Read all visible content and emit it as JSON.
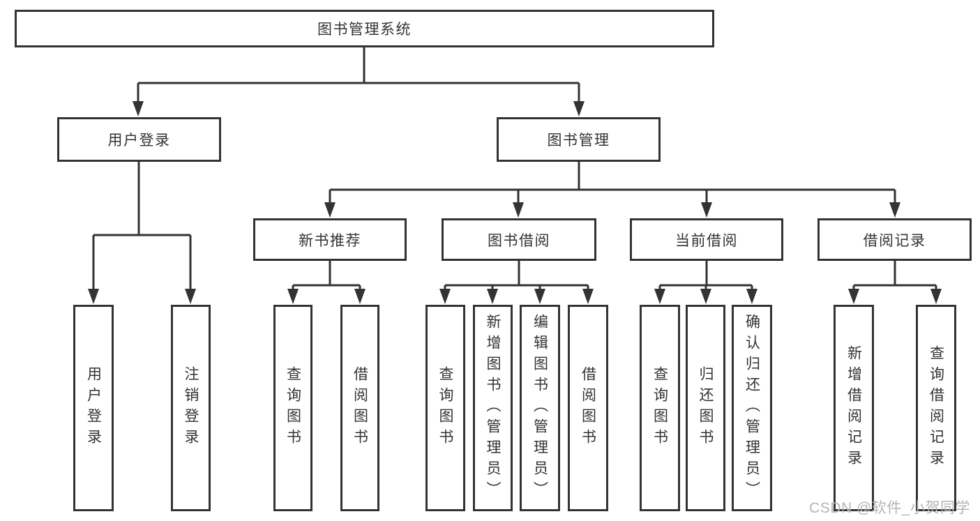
{
  "diagram": {
    "root": "图书管理系统",
    "level2": [
      "用户登录",
      "图书管理"
    ],
    "level3": [
      "新书推荐",
      "图书借阅",
      "当前借阅",
      "借阅记录"
    ],
    "leaves": [
      [
        "用户登录",
        "注销登录"
      ],
      [
        "查询图书",
        "借阅图书"
      ],
      [
        "查询图书",
        "新增图书（管理员）",
        "编辑图书（管理员）",
        "借阅图书"
      ],
      [
        "查询图书",
        "归还图书",
        "确认归还（管理员）"
      ],
      [
        "新增借阅记录",
        "查询借阅记录"
      ]
    ],
    "watermark": "CSDN @软件_小贺同学"
  },
  "colors": {
    "line": "#333333",
    "text": "#333333",
    "background": "#ffffff",
    "watermark": "#b5b5b5"
  }
}
